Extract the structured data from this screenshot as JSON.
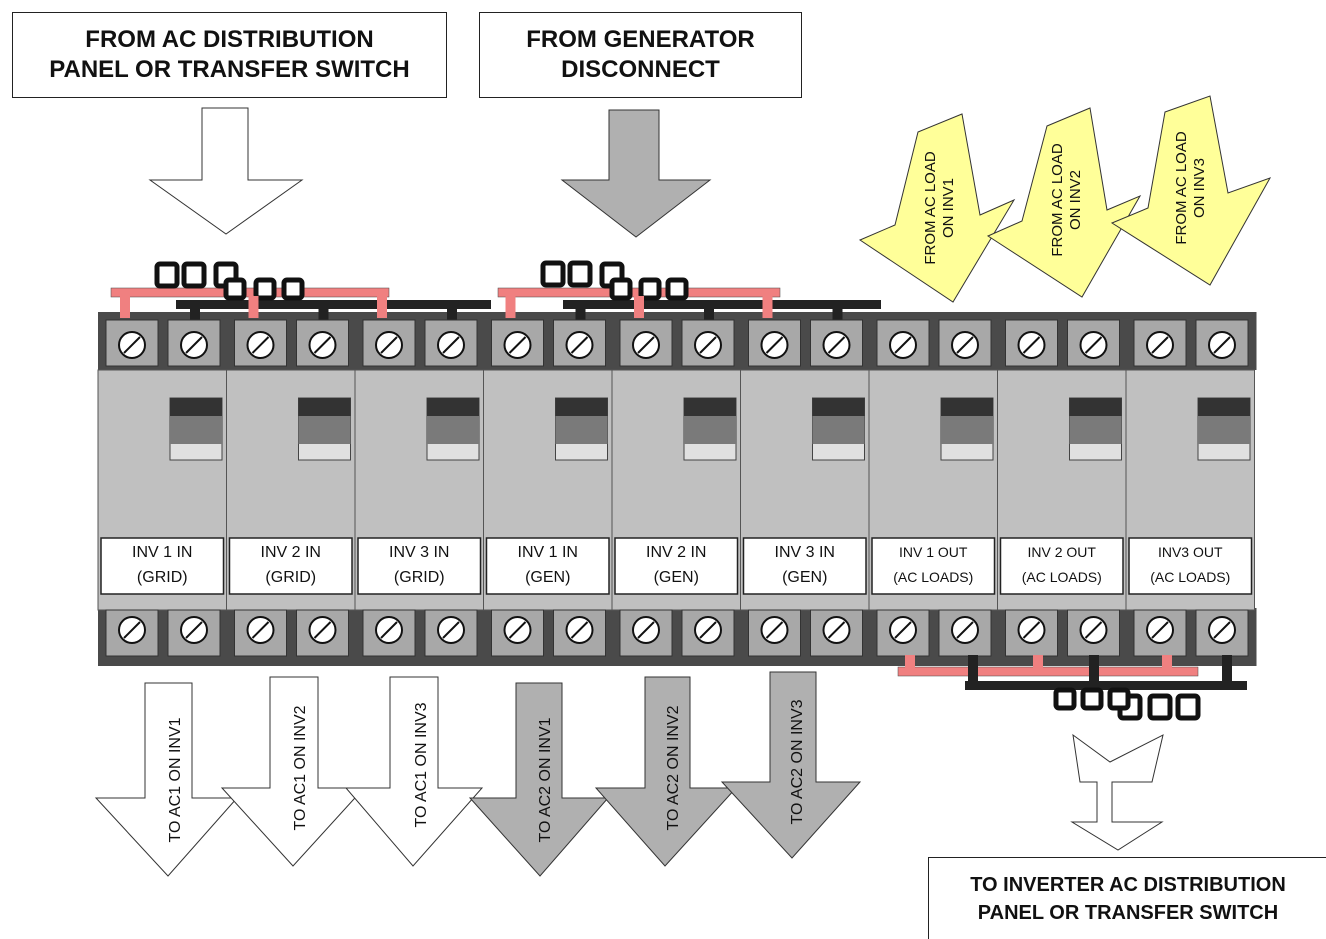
{
  "top_boxes": {
    "ac_distribution": [
      "FROM AC DISTRIBUTION",
      "PANEL OR TRANSFER SWITCH"
    ],
    "generator": [
      "FROM GENERATOR",
      "DISCONNECT"
    ]
  },
  "bottom_box": [
    "TO INVERTER AC DISTRIBUTION",
    "PANEL OR TRANSFER SWITCH"
  ],
  "load_arrows": [
    [
      "FROM AC LOAD",
      "ON INV1"
    ],
    [
      "FROM AC LOAD",
      "ON INV2"
    ],
    [
      "FROM AC LOAD",
      "ON INV3"
    ]
  ],
  "breakers": [
    [
      "INV 1 IN",
      "(GRID)"
    ],
    [
      "INV 2 IN",
      "(GRID)"
    ],
    [
      "INV 3 IN",
      "(GRID)"
    ],
    [
      "INV 1 IN",
      "(GEN)"
    ],
    [
      "INV 2 IN",
      "(GEN)"
    ],
    [
      "INV 3 IN",
      "(GEN)"
    ],
    [
      "INV 1  OUT",
      "(AC LOADS)"
    ],
    [
      "INV 2  OUT",
      "(AC LOADS)"
    ],
    [
      "INV3  OUT",
      "(AC LOADS)"
    ]
  ],
  "output_arrows": [
    "TO AC1 ON INV1",
    "TO AC1 ON INV2",
    "TO AC1 ON INV3",
    "TO AC2 ON INV1",
    "TO AC2 ON INV2",
    "TO AC2 ON INV3"
  ],
  "colors": {
    "breaker_body": "#c0c0c0",
    "breaker_dark": "#4a4a4a",
    "terminal": "#a8a8a8",
    "bus_red": "#f08080",
    "bus_black": "#222222",
    "arrow_gray": "#b0b0b0",
    "arrow_yellow": "#ffff99"
  }
}
